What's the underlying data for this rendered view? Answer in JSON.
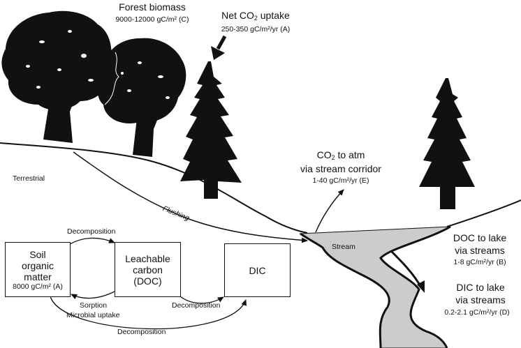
{
  "labels": {
    "forest_biomass_title": "Forest biomass",
    "forest_biomass_value": "9000-12000 gC/m² (C)",
    "net_co2_title_a": "Net CO",
    "net_co2_title_sub": "2",
    "net_co2_title_b": " uptake",
    "net_co2_value": "250-350 gC/m²/yr (A)",
    "terrestrial": "Terrestrial",
    "co2_atm_a": "CO",
    "co2_atm_sub": "2",
    "co2_atm_b": " to atm",
    "co2_atm_line2": "via stream corridor",
    "co2_atm_value": "1-40 gC/m²/yr (E)",
    "flushing": "Flushing",
    "stream": "Stream",
    "doc_lake_line1": "DOC to lake",
    "doc_lake_line2": "via streams",
    "doc_lake_value": "1-8 gC/m²/yr (B)",
    "dic_lake_line1": "DIC to lake",
    "dic_lake_line2": "via streams",
    "dic_lake_value": "0.2-2.1 gC/m²/yr (D)",
    "decomposition_top": "Decomposition",
    "sorption": "Sorption",
    "microbial_uptake": "Microbial uptake",
    "decomposition_mid": "Decomposition",
    "decomposition_bottom": "Decomposition"
  },
  "boxes": {
    "soil_line1": "Soil",
    "soil_line2": "organic",
    "soil_line3": "matter",
    "soil_value": "8000 gC/m² (A)",
    "leachable_line1": "Leachable",
    "leachable_line2": "carbon",
    "leachable_line3": "(DOC)",
    "dic": "DIC"
  },
  "colors": {
    "ink": "#111111",
    "stream_fill": "#cccccc",
    "background": "#ffffff"
  }
}
